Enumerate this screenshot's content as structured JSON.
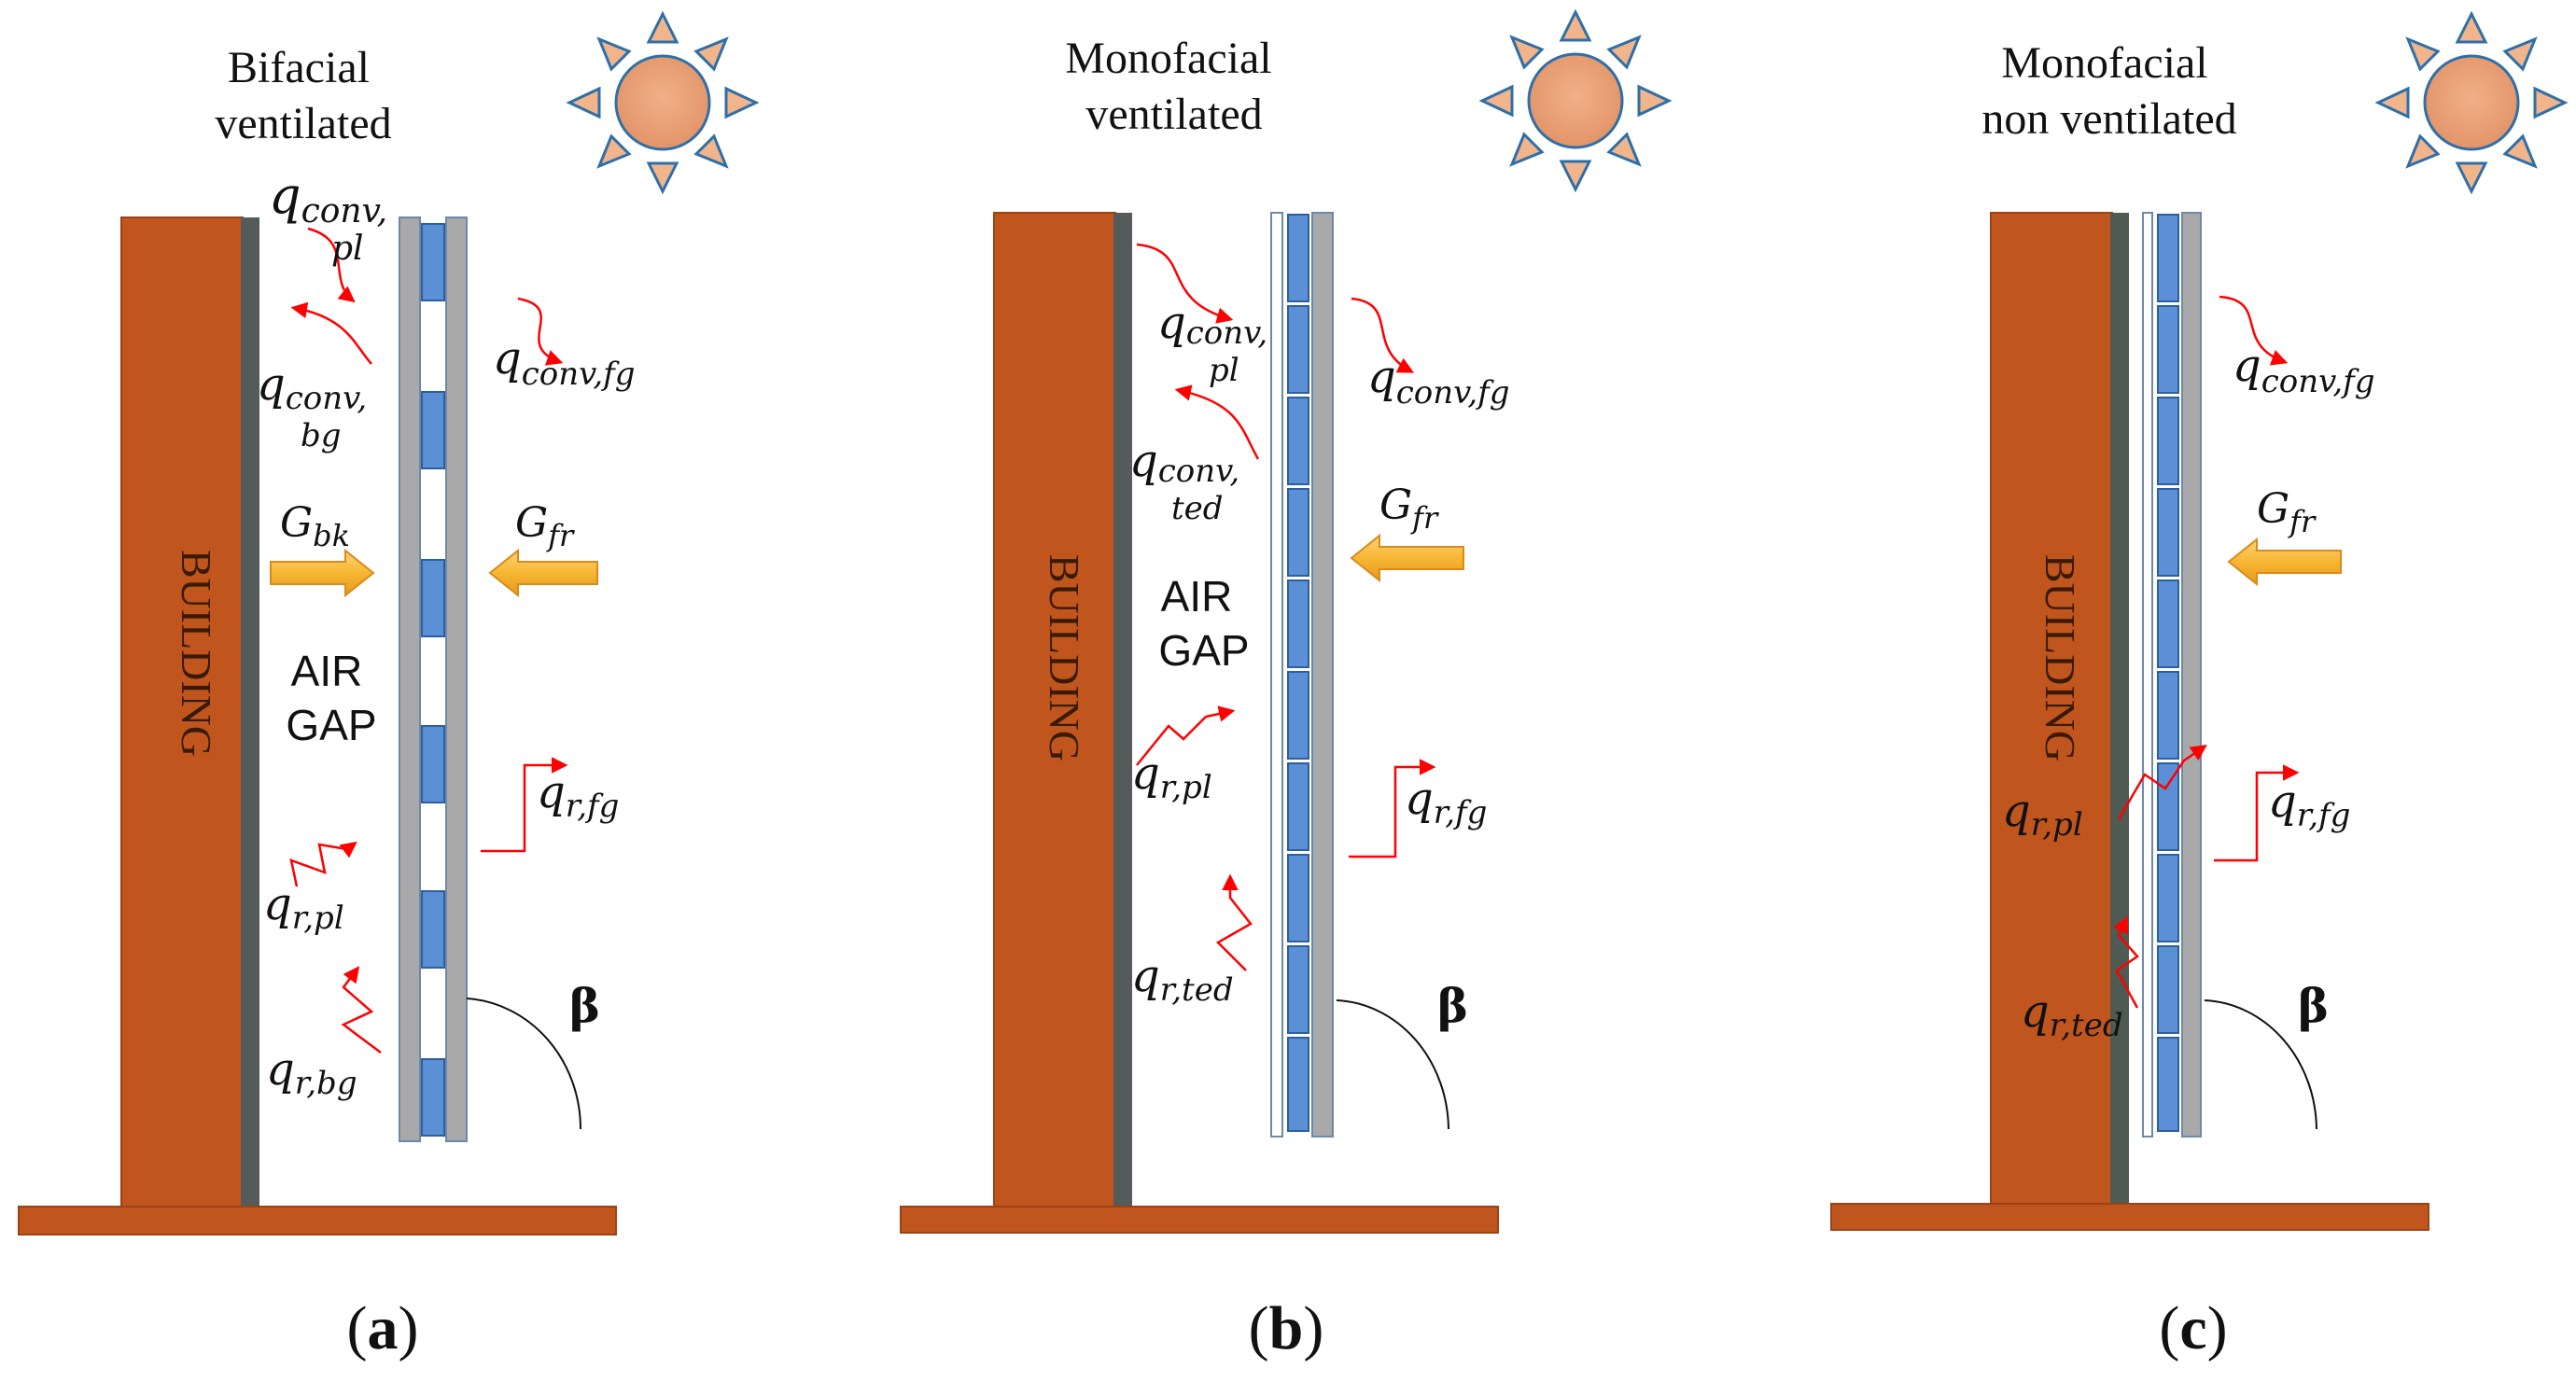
{
  "panels": [
    {
      "id": "a",
      "title_line1": "Bifacial",
      "title_line2": "ventilated",
      "building": "BUILDING",
      "air_gap_line1": "AIR",
      "air_gap_line2": "GAP",
      "caption_open": "(",
      "caption_letter": "a",
      "caption_close": ")",
      "labels": {
        "conv_pl_main": "q",
        "conv_pl_sub1": "conv,",
        "conv_pl_sub2": "pl",
        "conv_bg_main": "q",
        "conv_bg_sub1": "conv,",
        "conv_bg_sub2": "bg",
        "conv_fg_main": "q",
        "conv_fg_sub": "conv,fg",
        "g_bk_main": "G",
        "g_bk_sub": "bk",
        "g_fr_main": "G",
        "g_fr_sub": "fr",
        "r_fg_main": "q",
        "r_fg_sub": "r,fg",
        "r_pl_main": "q",
        "r_pl_sub": "r,pl",
        "r_bg_main": "q",
        "r_bg_sub": "r,bg",
        "beta": "β"
      }
    },
    {
      "id": "b",
      "title_line1": "Monofacial",
      "title_line2": "ventilated",
      "building": "BUILDING",
      "air_gap_line1": "AIR",
      "air_gap_line2": "GAP",
      "caption_open": "(",
      "caption_letter": "b",
      "caption_close": ")",
      "labels": {
        "conv_pl_main": "q",
        "conv_pl_sub1": "conv,",
        "conv_pl_sub2": "pl",
        "conv_ted_main": "q",
        "conv_ted_sub1": "conv,",
        "conv_ted_sub2": "ted",
        "conv_fg_main": "q",
        "conv_fg_sub": "conv,fg",
        "g_fr_main": "G",
        "g_fr_sub": "fr",
        "r_pl_main": "q",
        "r_pl_sub": "r,pl",
        "r_fg_main": "q",
        "r_fg_sub": "r,fg",
        "r_ted_main": "q",
        "r_ted_sub": "r,ted",
        "beta": "β"
      }
    },
    {
      "id": "c",
      "title_line1": "Monofacial",
      "title_line2": "non ventilated",
      "building": "BUILDING",
      "caption_open": "(",
      "caption_letter": "c",
      "caption_close": ")",
      "labels": {
        "conv_fg_main": "q",
        "conv_fg_sub": "conv,fg",
        "g_fr_main": "G",
        "g_fr_sub": "fr",
        "r_pl_main": "q",
        "r_pl_sub": "r,pl",
        "r_fg_main": "q",
        "r_fg_sub": "r,fg",
        "r_ted_main": "q",
        "r_ted_sub": "r,ted",
        "beta": "β"
      }
    }
  ],
  "colors": {
    "building": "#c0561e",
    "building_edge": "#9a4314",
    "backsheet": "#555a5a",
    "glass": "#a9a9a9",
    "cell": "#5b8fd6",
    "cell_edge": "#2d5f9f",
    "arrow_red": "#ff0000",
    "sun_body": "#e8a276",
    "sun_ray": "#f2b48a",
    "sun_edge": "#2f6fa8",
    "irradiance_arrow": "#f7b733"
  }
}
